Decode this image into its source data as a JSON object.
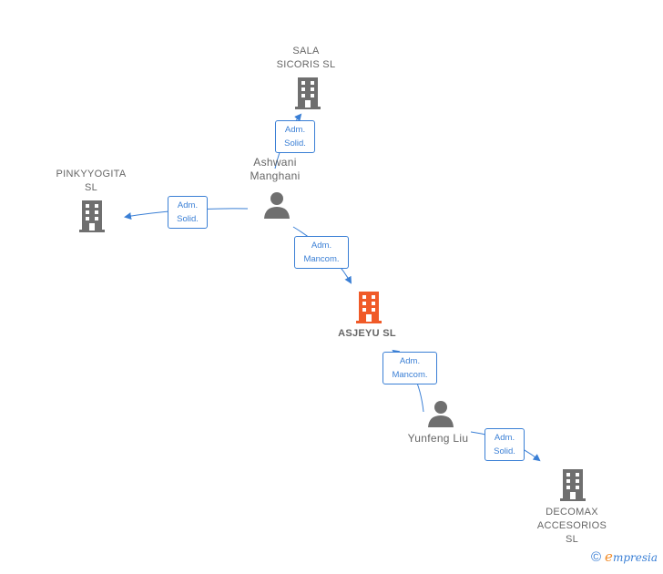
{
  "nodes": {
    "sala": {
      "label": "SALA\nSICORIS  SL",
      "type": "company"
    },
    "pinky": {
      "label": "PINKYYOGITA\nSL",
      "type": "company"
    },
    "ashwani": {
      "label": "Ashwani\nManghani",
      "type": "person"
    },
    "asjeyu": {
      "label": "ASJEYU  SL",
      "type": "company",
      "focus": true
    },
    "yunfeng": {
      "label": "Yunfeng Liu",
      "type": "person"
    },
    "decomax": {
      "label": "DECOMAX\nACCESORIOS\nSL",
      "type": "company"
    }
  },
  "edges": {
    "e1": {
      "label": "Adm.\nSolid."
    },
    "e2": {
      "label": "Adm.\nSolid."
    },
    "e3": {
      "label": "Adm.\nMancom."
    },
    "e4": {
      "label": "Adm.\nMancom."
    },
    "e5": {
      "label": "Adm.\nSolid."
    }
  },
  "colors": {
    "company": "#6f6f6f",
    "focus": "#f05a28",
    "edge": "#3a7fd5"
  },
  "watermark": {
    "copyright": "©",
    "brand_e": "e",
    "brand_rest": "mpresia"
  }
}
